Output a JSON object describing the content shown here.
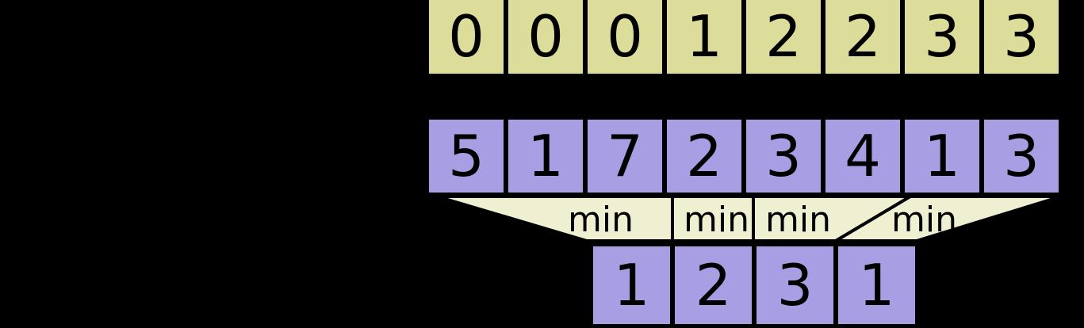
{
  "diagram": {
    "title": "min-reduction-over-array",
    "background_color": "#000000",
    "colors": {
      "top_row_fill": "#dddd9b",
      "value_row_fill": "#a79ee3",
      "funnel_fill": "#efefd2",
      "stroke": "#000000",
      "text": "#000000"
    }
  },
  "top_row": {
    "name": "index-row",
    "cell_count": 8,
    "cells": [
      {
        "value": "0"
      },
      {
        "value": "0"
      },
      {
        "value": "0"
      },
      {
        "value": "1"
      },
      {
        "value": "2"
      },
      {
        "value": "2"
      },
      {
        "value": "3"
      },
      {
        "value": "3"
      }
    ]
  },
  "middle_row": {
    "name": "input-values-row",
    "cell_count": 8,
    "cells": [
      {
        "value": "5"
      },
      {
        "value": "1"
      },
      {
        "value": "7"
      },
      {
        "value": "2"
      },
      {
        "value": "3"
      },
      {
        "value": "4"
      },
      {
        "value": "1"
      },
      {
        "value": "3"
      }
    ]
  },
  "funnel_row": {
    "name": "min-reduction-band",
    "cell_count": 4,
    "cells": [
      {
        "label": "min"
      },
      {
        "label": "min"
      },
      {
        "label": "min"
      },
      {
        "label": "min"
      }
    ]
  },
  "bottom_row": {
    "name": "output-values-row",
    "cell_count": 4,
    "cells": [
      {
        "value": "1"
      },
      {
        "value": "2"
      },
      {
        "value": "3"
      },
      {
        "value": "1"
      }
    ]
  }
}
